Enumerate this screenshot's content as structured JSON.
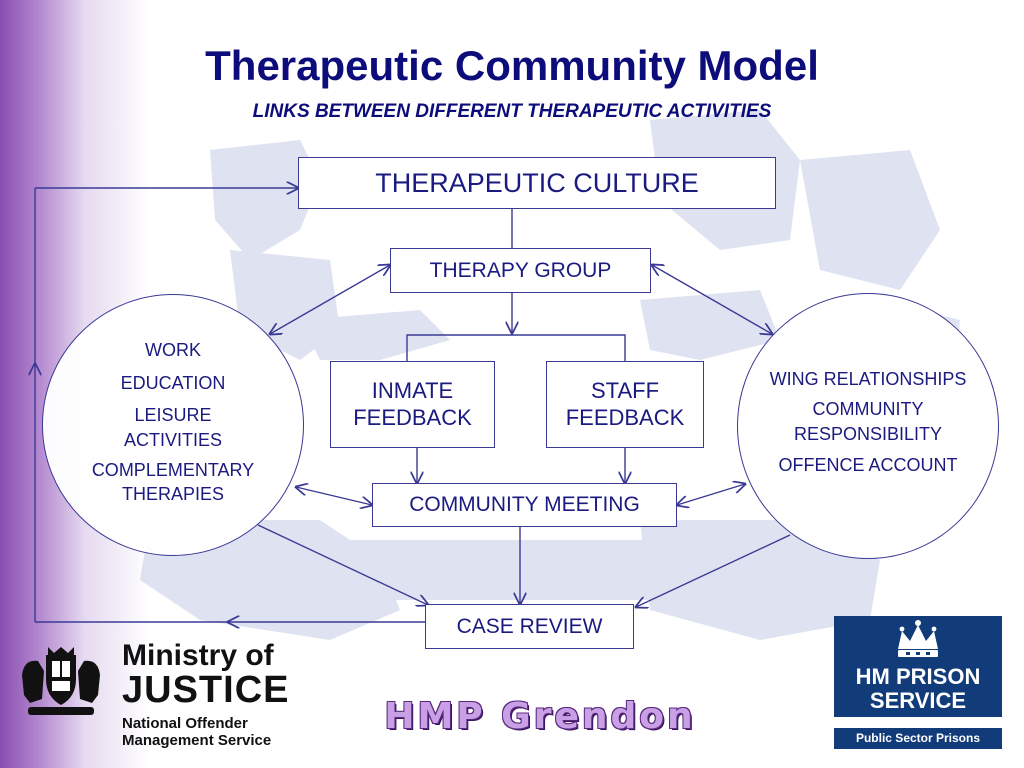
{
  "title": "Therapeutic Community Model",
  "subtitle": "LINKS BETWEEN DIFFERENT THERAPEUTIC ACTIVITIES",
  "boxes": {
    "culture": "THERAPEUTIC CULTURE",
    "therapy_group": "THERAPY GROUP",
    "inmate_feedback": [
      "INMATE",
      "FEEDBACK"
    ],
    "staff_feedback": [
      "STAFF",
      "FEEDBACK"
    ],
    "community_meeting": "COMMUNITY MEETING",
    "case_review": "CASE REVIEW"
  },
  "left_circle": [
    "WORK",
    "EDUCATION",
    "LEISURE ACTIVITIES",
    "COMPLEMENTARY THERAPIES"
  ],
  "right_circle": [
    "WING RELATIONSHIPS",
    "COMMUNITY RESPONSIBILITY",
    "OFFENCE ACCOUNT"
  ],
  "logos": {
    "moj": [
      "Ministry of",
      "JUSTICE",
      "National Offender",
      "Management Service"
    ],
    "grendon": "HMP Grendon",
    "hmps": [
      "HM PRISON",
      "SERVICE",
      "Public Sector Prisons"
    ]
  },
  "colors": {
    "title": "#0c0c7a",
    "diagram": "#1a1a80",
    "line": "#3a3a95",
    "accent_purple": "#8a4db0",
    "hmps_blue": "#123b7a"
  }
}
